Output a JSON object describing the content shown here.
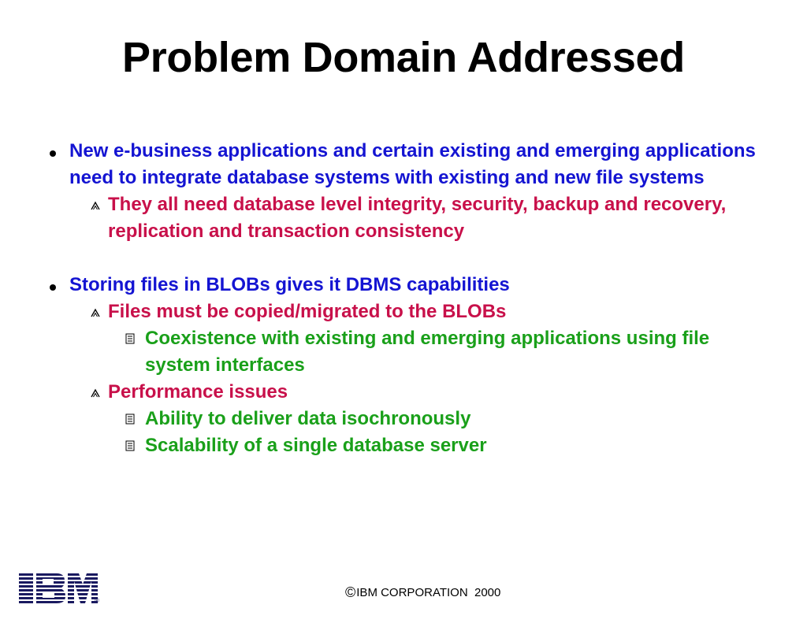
{
  "slide": {
    "title": "Problem Domain Addressed"
  },
  "bullets": [
    {
      "level": 1,
      "text": "New e-business applications and certain existing and emerging applications need to integrate database systems with existing and new file systems",
      "children": [
        {
          "level": 2,
          "text": "They all need database level integrity, security, backup and recovery, replication and transaction consistency"
        }
      ]
    },
    {
      "level": 1,
      "text": "Storing files in BLOBs gives it DBMS capabilities",
      "children": [
        {
          "level": 2,
          "text": "Files must be copied/migrated to the BLOBs",
          "children": [
            {
              "level": 3,
              "text": "Coexistence with existing and emerging applications using file system interfaces"
            }
          ]
        },
        {
          "level": 2,
          "text": "Performance issues",
          "children": [
            {
              "level": 3,
              "text": "Ability to deliver data isochronously"
            },
            {
              "level": 3,
              "text": "Scalability of a single database server"
            }
          ]
        }
      ]
    }
  ],
  "footer": {
    "logo_text": "IBM",
    "logo_icon": "ibm-striped-logo",
    "copyright_symbol": "©",
    "copyright_text": "IBM CORPORATION  2000"
  },
  "colors": {
    "title": "#000000",
    "level1": "#1414d2",
    "level2": "#c8104a",
    "level3": "#1aa01a",
    "logo": "#1a1a60"
  }
}
